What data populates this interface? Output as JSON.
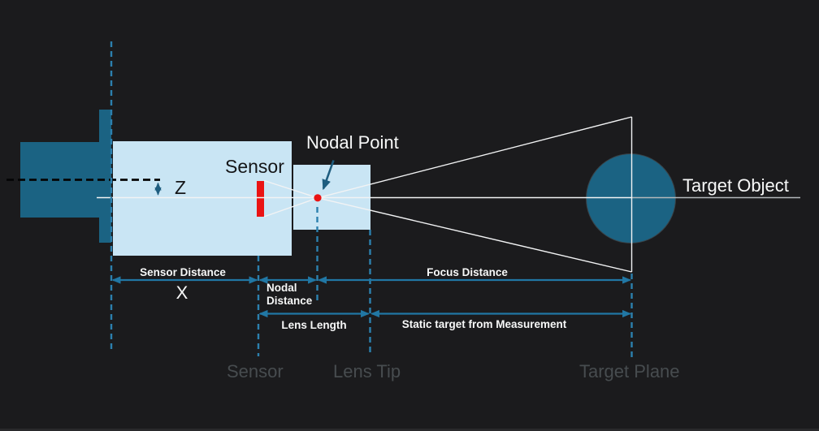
{
  "colors": {
    "background": "#1b1b1d",
    "dark_blue": "#1b6383",
    "light_blue": "#c9e5f4",
    "sensor_red": "#ea1313",
    "dimension_blue": "#2177a4",
    "dash_blue": "#2c80ae",
    "annotation_blue": "#1e5d7f",
    "white_line": "#f2f3f4",
    "axis_gray": "#b4b9bc",
    "black_dash": "#050505",
    "label_white": "#f7f8f8",
    "label_black": "#151618",
    "label_gray": "#474c4f"
  },
  "camera": {
    "sensor_label": "Sensor",
    "z_offset_label": "Z"
  },
  "lens": {
    "nodal_point_label": "Nodal Point"
  },
  "target": {
    "object_label": "Target Object"
  },
  "dimensions": {
    "sensor_distance": "Sensor Distance",
    "sensor_distance_var": "X",
    "nodal_distance_line1": "Nodal",
    "nodal_distance_line2": "Distance",
    "focus_distance": "Focus Distance",
    "lens_length": "Lens Length",
    "static_target": "Static target from Measurement"
  },
  "planes": {
    "sensor": "Sensor",
    "lens_tip": "Lens Tip",
    "target_plane": "Target Plane"
  }
}
